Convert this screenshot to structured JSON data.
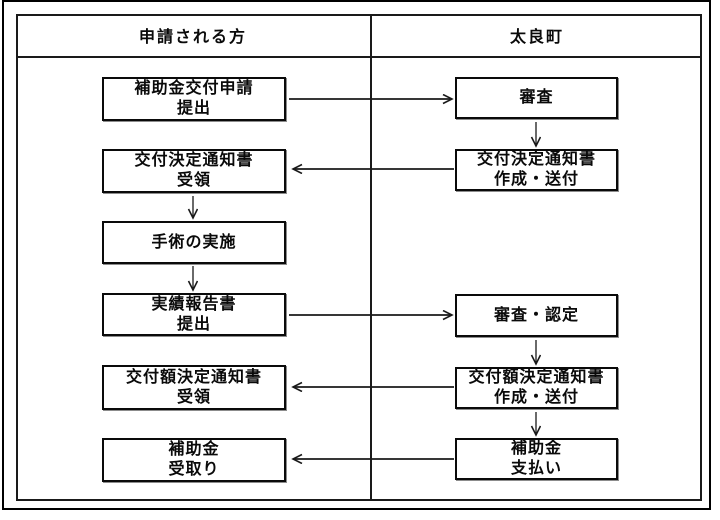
{
  "header": {
    "left": "申請される方",
    "right": "太良町"
  },
  "applicant_steps": [
    {
      "label": "補助金交付申請\n提出"
    },
    {
      "label": "交付決定通知書\n受領"
    },
    {
      "label": "手術の実施"
    },
    {
      "label": "実績報告書\n提出"
    },
    {
      "label": "交付額決定通知書\n受領"
    },
    {
      "label": "補助金\n受取り"
    }
  ],
  "town_steps": [
    {
      "label": "審査"
    },
    {
      "label": "交付決定通知書\n作成・送付"
    },
    {
      "label": "審査・認定"
    },
    {
      "label": "交付額決定通知書\n作成・送付"
    },
    {
      "label": "補助金\n支払い"
    }
  ],
  "connections": [
    {
      "from": "補助金交付申請 提出",
      "to": "審査",
      "direction": "right"
    },
    {
      "from": "審査",
      "to": "交付決定通知書 作成・送付",
      "direction": "down"
    },
    {
      "from": "交付決定通知書 作成・送付",
      "to": "交付決定通知書 受領",
      "direction": "left"
    },
    {
      "from": "交付決定通知書 受領",
      "to": "手術の実施",
      "direction": "down"
    },
    {
      "from": "手術の実施",
      "to": "実績報告書 提出",
      "direction": "down"
    },
    {
      "from": "実績報告書 提出",
      "to": "審査・認定",
      "direction": "right"
    },
    {
      "from": "審査・認定",
      "to": "交付額決定通知書 作成・送付",
      "direction": "down"
    },
    {
      "from": "交付額決定通知書 作成・送付",
      "to": "交付額決定通知書 受領",
      "direction": "left"
    },
    {
      "from": "交付額決定通知書 作成・送付",
      "to": "補助金 支払い",
      "direction": "down"
    },
    {
      "from": "補助金 支払い",
      "to": "補助金 受取り",
      "direction": "left"
    }
  ],
  "colors": {
    "line": "#1a1a1a",
    "background": "#ffffff",
    "text": "#0a0a0a"
  }
}
